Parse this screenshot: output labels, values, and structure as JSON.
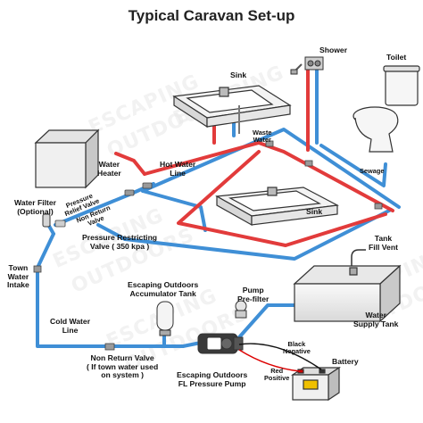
{
  "title": "Typical Caravan Set-up",
  "watermark": {
    "line1": "ESCAPING",
    "line2": "OUTDOORS"
  },
  "colors": {
    "hot": "#e23b3b",
    "cold": "#3f8fd6",
    "outline": "#333333",
    "fixture": "#f2f2f2"
  },
  "labels": {
    "shower": "Shower",
    "toilet": "Toilet",
    "sink_top": "Sink",
    "waste_water": "Waste\nWater",
    "sewage": "Sewage",
    "water_heater": "Water\nHeater",
    "hot_water_line": "Hot Water\nLine",
    "sink_bottom": "Sink",
    "water_filter": "Water Filter\n(Optional)",
    "pressure_relief_valve": "Pressure\nRelief Valve",
    "non_return_valve_small": "Non Return\nValve",
    "pressure_restricting_valve": "Pressure Restricting\nValve ( 350 kpa )",
    "tank_fill_vent": "Tank\nFill Vent",
    "town_water_intake": "Town\nWater\nIntake",
    "accumulator_tank": "Escaping Outdoors\nAccumulator Tank",
    "pump_prefilter": "Pump\nPre-filter",
    "water_supply_tank": "Water\nSupply Tank",
    "cold_water_line": "Cold Water\nLine",
    "black_negative": "Black\nNegative",
    "non_return_valve_town": "Non Return Valve\n( If town water used\non system )",
    "battery": "Battery",
    "red_positive": "Red\nPositive",
    "pressure_pump": "Escaping Outdoors\nFL Pressure Pump"
  }
}
